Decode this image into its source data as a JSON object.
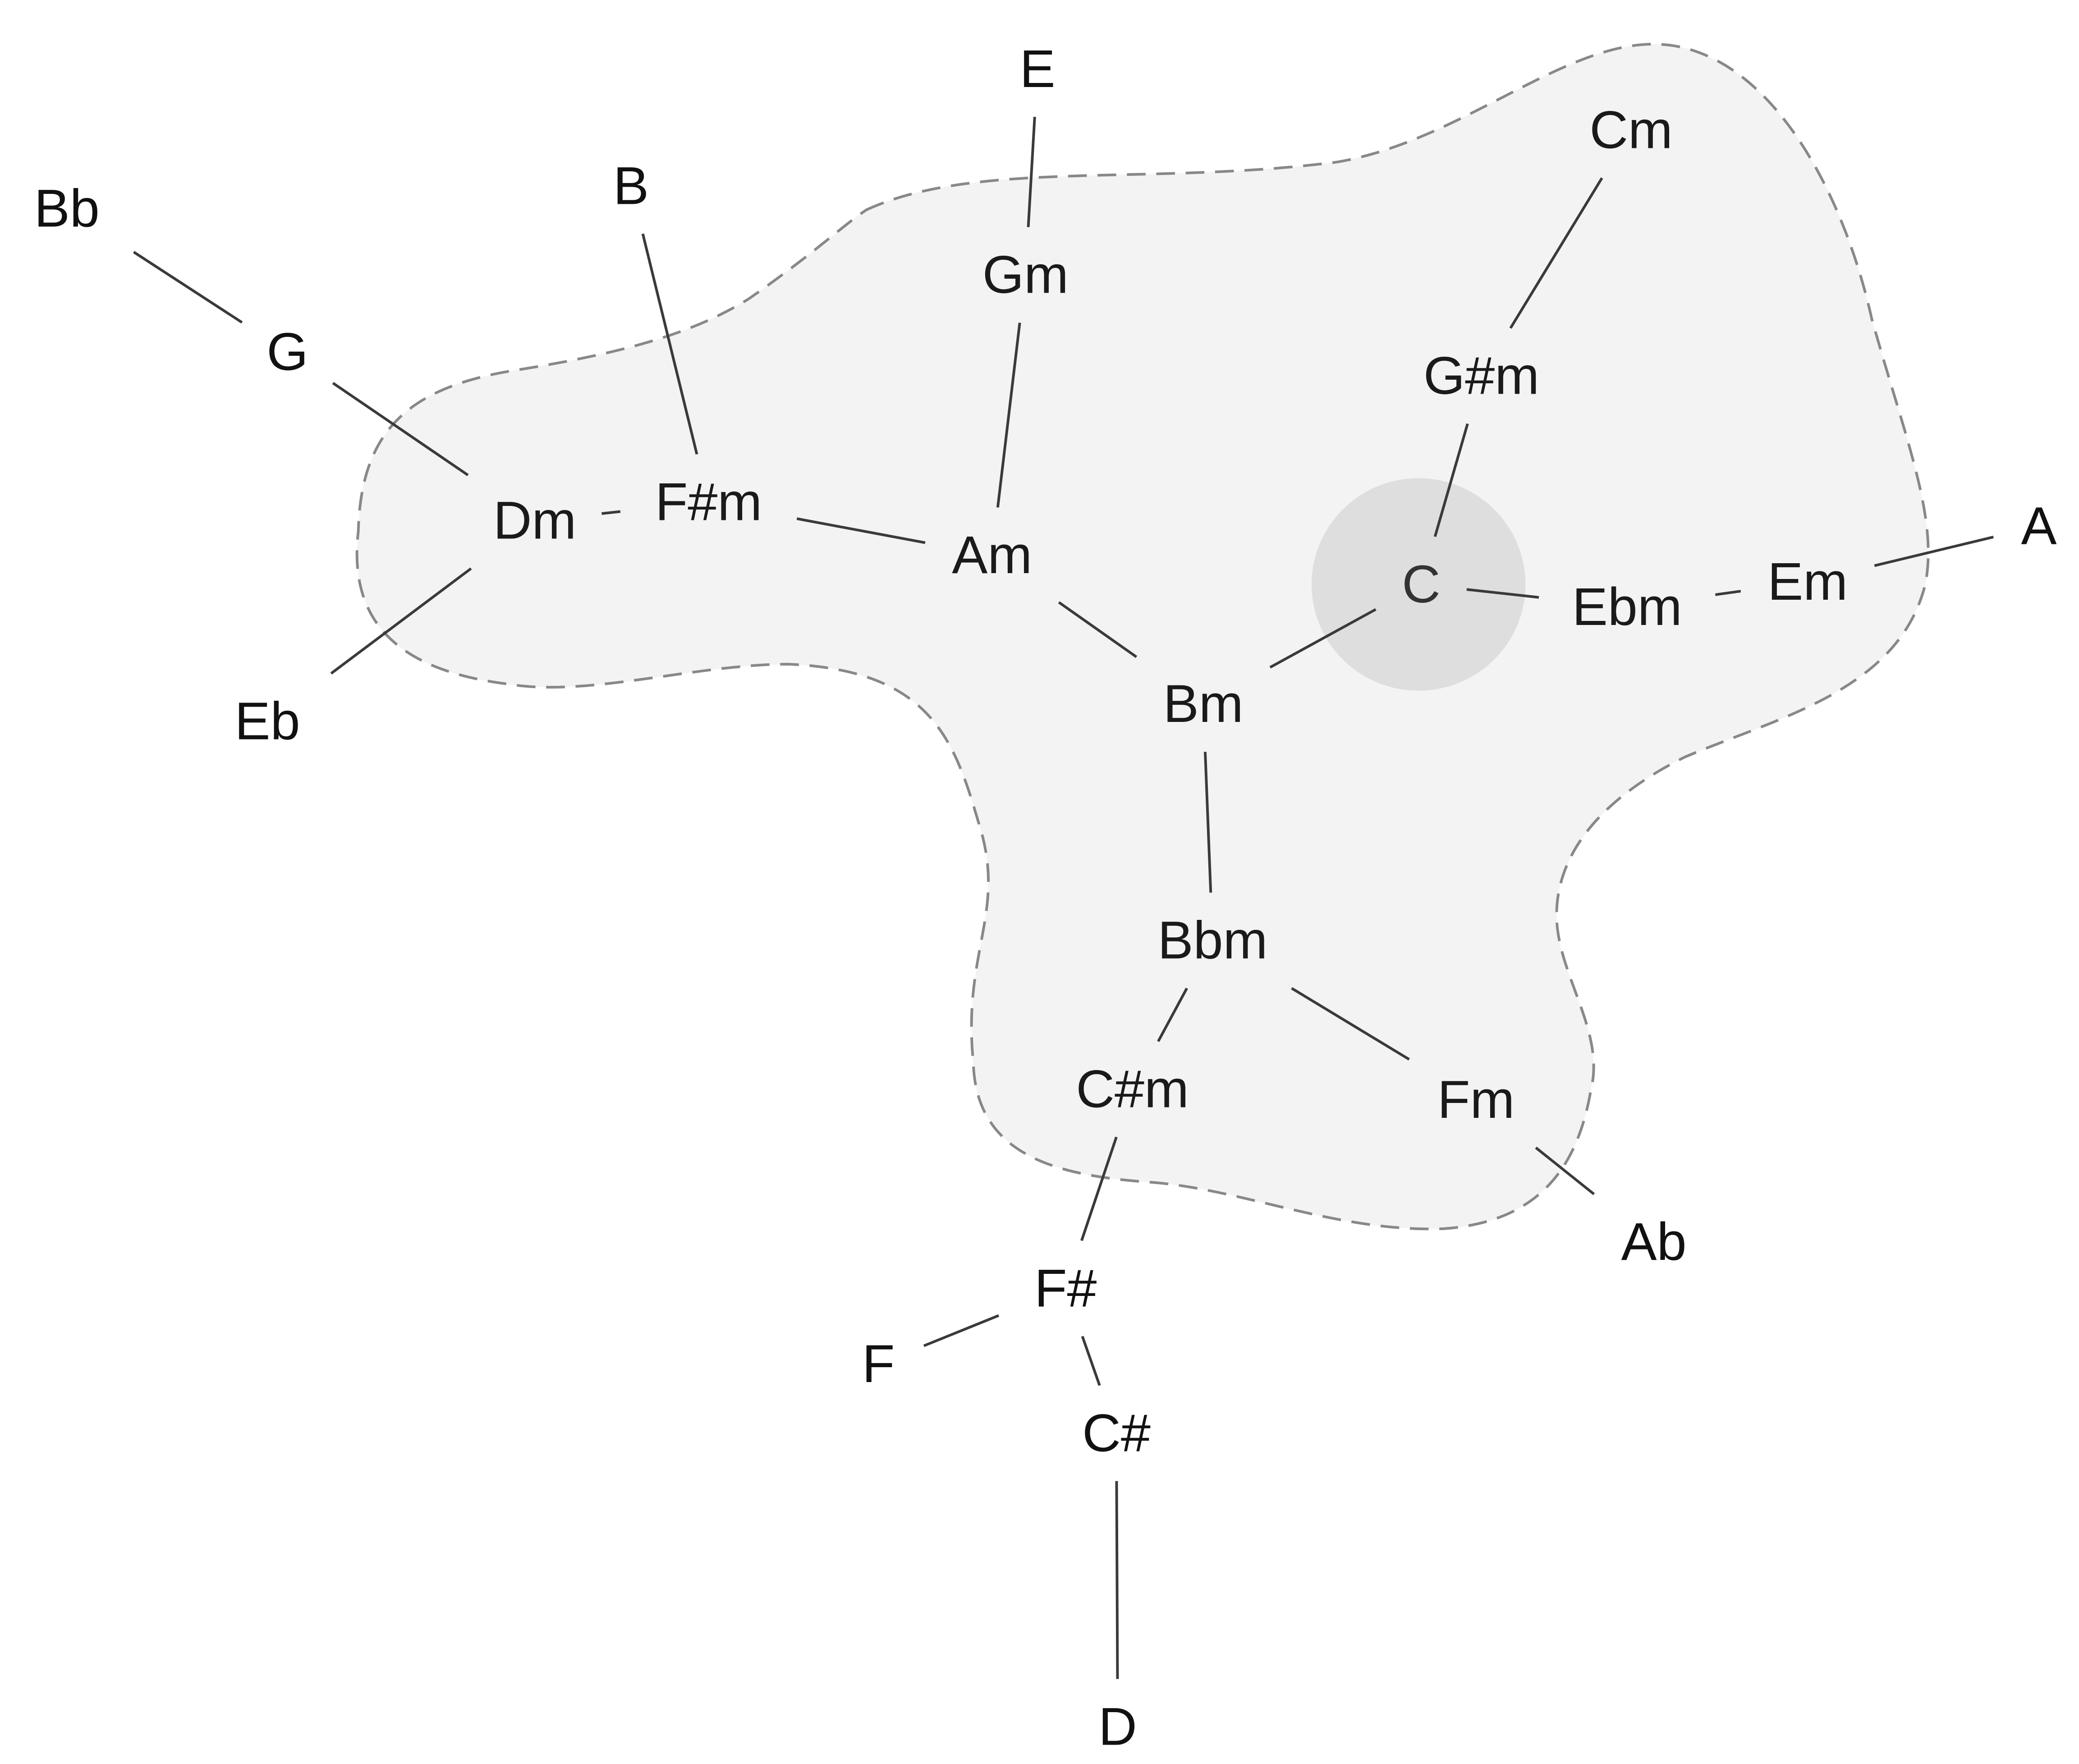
{
  "diagram": {
    "region_fill": "#f3f3f3",
    "region_stroke": "#888888",
    "highlight_fill": "#dedede",
    "edge_color": "#3a3a3a",
    "text_color": "#111111",
    "focus_node": "C",
    "nodes": [
      {
        "id": "Bb",
        "label": "Bb"
      },
      {
        "id": "G",
        "label": "G"
      },
      {
        "id": "Dm",
        "label": "Dm"
      },
      {
        "id": "Eb",
        "label": "Eb"
      },
      {
        "id": "B",
        "label": "B"
      },
      {
        "id": "F#m",
        "label": "F#m"
      },
      {
        "id": "E",
        "label": "E"
      },
      {
        "id": "Gm",
        "label": "Gm"
      },
      {
        "id": "Am",
        "label": "Am"
      },
      {
        "id": "Bm",
        "label": "Bm"
      },
      {
        "id": "Cm",
        "label": "Cm"
      },
      {
        "id": "G#m",
        "label": "G#m"
      },
      {
        "id": "C",
        "label": "C"
      },
      {
        "id": "Ebm",
        "label": "Ebm"
      },
      {
        "id": "Em",
        "label": "Em"
      },
      {
        "id": "A",
        "label": "A"
      },
      {
        "id": "Bbm",
        "label": "Bbm"
      },
      {
        "id": "C#m",
        "label": "C#m"
      },
      {
        "id": "Fm",
        "label": "Fm"
      },
      {
        "id": "Ab",
        "label": "Ab"
      },
      {
        "id": "F#",
        "label": "F#"
      },
      {
        "id": "F",
        "label": "F"
      },
      {
        "id": "C#",
        "label": "C#"
      },
      {
        "id": "D",
        "label": "D"
      }
    ],
    "edges": [
      [
        "Bb",
        "G"
      ],
      [
        "G",
        "Dm"
      ],
      [
        "Dm",
        "Eb"
      ],
      [
        "Dm",
        "F#m"
      ],
      [
        "B",
        "F#m"
      ],
      [
        "F#m",
        "Am"
      ],
      [
        "E",
        "Gm"
      ],
      [
        "Gm",
        "Am"
      ],
      [
        "Am",
        "Bm"
      ],
      [
        "Bm",
        "C"
      ],
      [
        "Bm",
        "Bbm"
      ],
      [
        "Cm",
        "G#m"
      ],
      [
        "G#m",
        "C"
      ],
      [
        "C",
        "Ebm"
      ],
      [
        "Ebm",
        "Em"
      ],
      [
        "Em",
        "A"
      ],
      [
        "Bbm",
        "C#m"
      ],
      [
        "Bbm",
        "Fm"
      ],
      [
        "Fm",
        "Ab"
      ],
      [
        "C#m",
        "F#"
      ],
      [
        "F#",
        "F"
      ],
      [
        "F#",
        "C#"
      ],
      [
        "C#",
        "D"
      ]
    ]
  }
}
